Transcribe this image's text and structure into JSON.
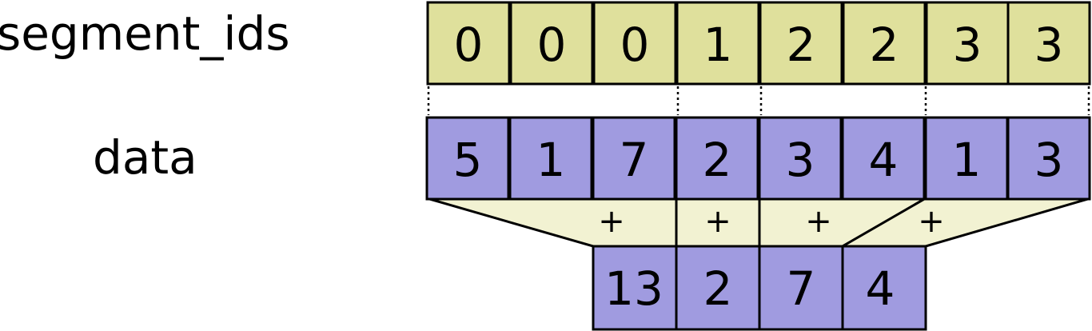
{
  "labels": {
    "segment_ids": "segment_ids",
    "data": "data"
  },
  "segment_ids": [
    "0",
    "0",
    "0",
    "1",
    "2",
    "2",
    "3",
    "3"
  ],
  "data": [
    "5",
    "1",
    "7",
    "2",
    "3",
    "4",
    "1",
    "3"
  ],
  "operator": "+",
  "result": [
    "13",
    "2",
    "7",
    "4"
  ],
  "colors": {
    "segment_fill": "#dfe09c",
    "data_fill": "#a09be0",
    "funnel_fill": "#f2f2d2",
    "stroke": "#000000"
  }
}
